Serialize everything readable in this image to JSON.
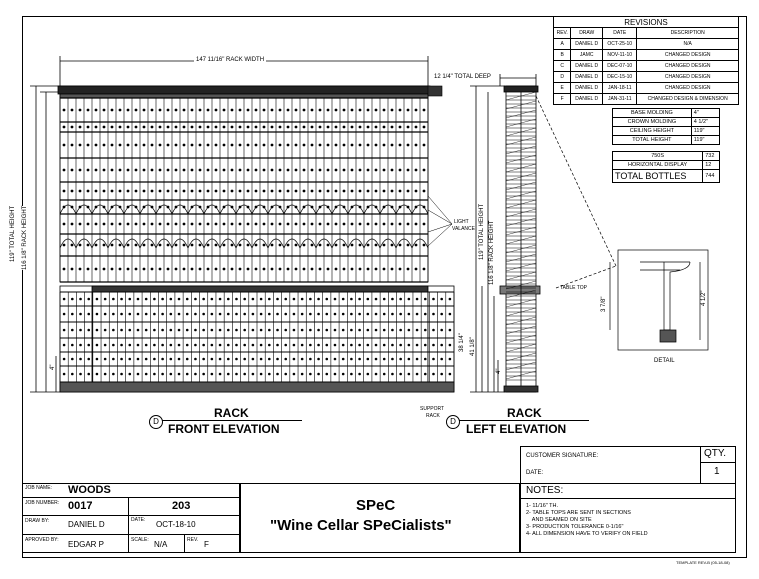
{
  "revisions": {
    "title": "REVISIONS",
    "headers": [
      "REV.",
      "DRAW",
      "DATE",
      "DESCRIPTION"
    ],
    "rows": [
      [
        "A",
        "DANIEL D",
        "OCT-25-10",
        "N/A"
      ],
      [
        "B",
        "JAMC",
        "NOV-11-10",
        "CHANGED DESIGN"
      ],
      [
        "C",
        "DANIEL D",
        "DEC-07-10",
        "CHANGED DESIGN"
      ],
      [
        "D",
        "DANIEL D",
        "DEC-15-10",
        "CHANGED DESIGN"
      ],
      [
        "E",
        "DANIEL D",
        "JAN-18-11",
        "CHANGED DESIGN"
      ],
      [
        "F",
        "DANIEL D",
        "JAN-31-11",
        "CHANGED DESIGN & DIMENSION"
      ]
    ]
  },
  "specs": {
    "rows": [
      [
        "BASE MOLDING",
        "4\""
      ],
      [
        "CROWN MOLDING",
        "4 1/2\""
      ],
      [
        "CEILING HEIGHT",
        "119\""
      ],
      [
        "TOTAL HEIGHT",
        "119\""
      ]
    ]
  },
  "bottles": {
    "rows": [
      [
        "750S",
        "732"
      ],
      [
        "HORIZONTAL DISPLAY",
        "12"
      ]
    ],
    "total_label": "TOTAL BOTTLES",
    "total_value": "744"
  },
  "dimensions": {
    "rack_width": "147 11/16\" RACK WIDTH",
    "total_deep": "12 1/4\" TOTAL DEEP",
    "front_total_height": "119\" TOTAL HEIGHT",
    "front_rack_height": "116 1/8\" RACK HEIGHT",
    "front_base": "4\"",
    "left_total_height": "119\" TOTAL HEIGHT",
    "left_rack_height": "116 1/8\" RACK HEIGHT",
    "left_lower_a": "38 1/4\"",
    "left_lower_b": "41 1/8\"",
    "left_base": "4\"",
    "detail_a": "3 7/8\"",
    "detail_b": "4 1/2\""
  },
  "annotations": {
    "light_valance": [
      "LIGHT",
      "VALANCE"
    ],
    "table_top": "TABLE TOP",
    "support_rack": [
      "SUPPORT",
      "RACK"
    ],
    "detail": "DETAIL"
  },
  "views": {
    "front_marker": "D",
    "front_title_1": "RACK",
    "front_title_2": "FRONT ELEVATION",
    "left_marker": "D",
    "left_title_1": "RACK",
    "left_title_2": "LEFT ELEVATION"
  },
  "signature": {
    "customer_signature": "CUSTOMER SIGNATURE:",
    "date": "DATE:",
    "qty_label": "QTY.",
    "qty_value": "1"
  },
  "notes": {
    "title": "NOTES:",
    "items": [
      "1- 11/16\" TH.",
      "2- TABLE TOPS ARE SENT IN SECTIONS",
      "    AND SEAMED ON SITE",
      "3- PRODUCTION TOLERANCE 0-1/16\"",
      "4- ALL DIMENSION HAVE TO VERIFY ON FIELD"
    ]
  },
  "title_block": {
    "job_name_label": "JOB NAME:",
    "job_name": "WOODS",
    "job_number_label": "JOB NUMBER:",
    "job_number": "0017",
    "job_number_2": "203",
    "drawn_by_label": "DRAW BY:",
    "drawn_by": "DANIEL D",
    "date_label": "DATE:",
    "date": "OCT-18-10",
    "approved_by_label": "APROVED BY:",
    "approved_by": "EDGAR P",
    "scale_label": "SCALE:",
    "scale": "N/A",
    "rev_label": "REV.",
    "rev": "F"
  },
  "company": {
    "name": "SPeC",
    "tagline": "\"Wine Cellar SPeCialists\""
  },
  "template_code": "TEMPLATE REV-B (05-18-08)"
}
